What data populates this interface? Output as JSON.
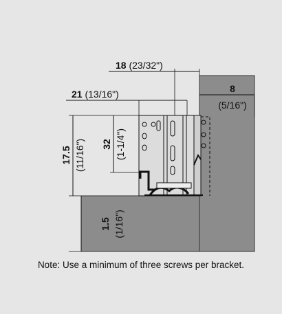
{
  "dimensions": {
    "width_top": {
      "value": "18",
      "fraction": "(23/32\")"
    },
    "width_left": {
      "value": "21",
      "fraction": "(13/16\")"
    },
    "right_offset": {
      "value": "8",
      "fraction": "(5/16\")"
    },
    "height_outer": {
      "value": "17.5",
      "fraction": "(11/16\")"
    },
    "height_inner": {
      "value": "32",
      "fraction": "(1-1/4\")"
    },
    "bottom_thickness": {
      "value": "1.5",
      "fraction": "(1/16\")"
    }
  },
  "note": "Note: Use a minimum of three screws per bracket.",
  "colors": {
    "background": "#e6e6e6",
    "panel": "#8c8c8c",
    "bracket": "#d9d9d9",
    "line": "#111111"
  }
}
